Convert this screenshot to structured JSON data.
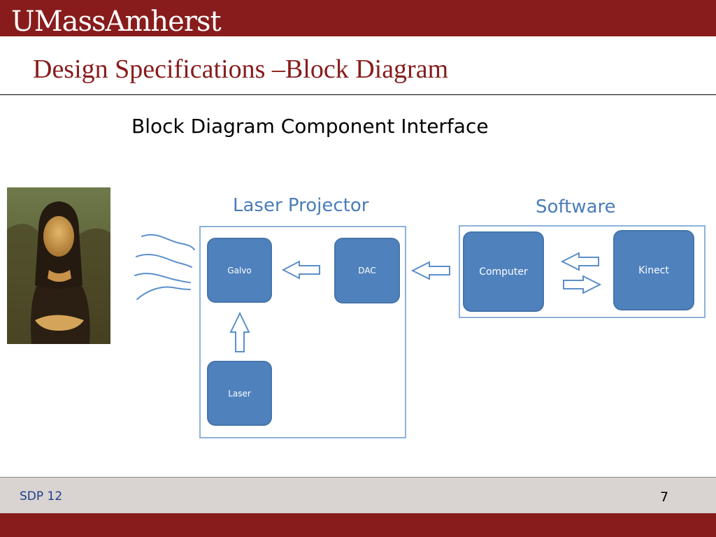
{
  "header": {
    "brand": "UMassAmherst",
    "title": "Design Specifications –Block Diagram",
    "subtitle": "Block Diagram Component Interface",
    "brand_color": "#881c1c"
  },
  "diagram": {
    "groups": {
      "laser_projector": "Laser Projector",
      "software": "Software"
    },
    "blocks": {
      "galvo": "Galvo",
      "dac": "DAC",
      "laser": "Laser",
      "computer": "Computer",
      "kinect": "Kinect"
    },
    "block_color": "#4f81bd",
    "outline_color": "#8db2db"
  },
  "footer": {
    "left": "SDP 12",
    "page": "7"
  }
}
